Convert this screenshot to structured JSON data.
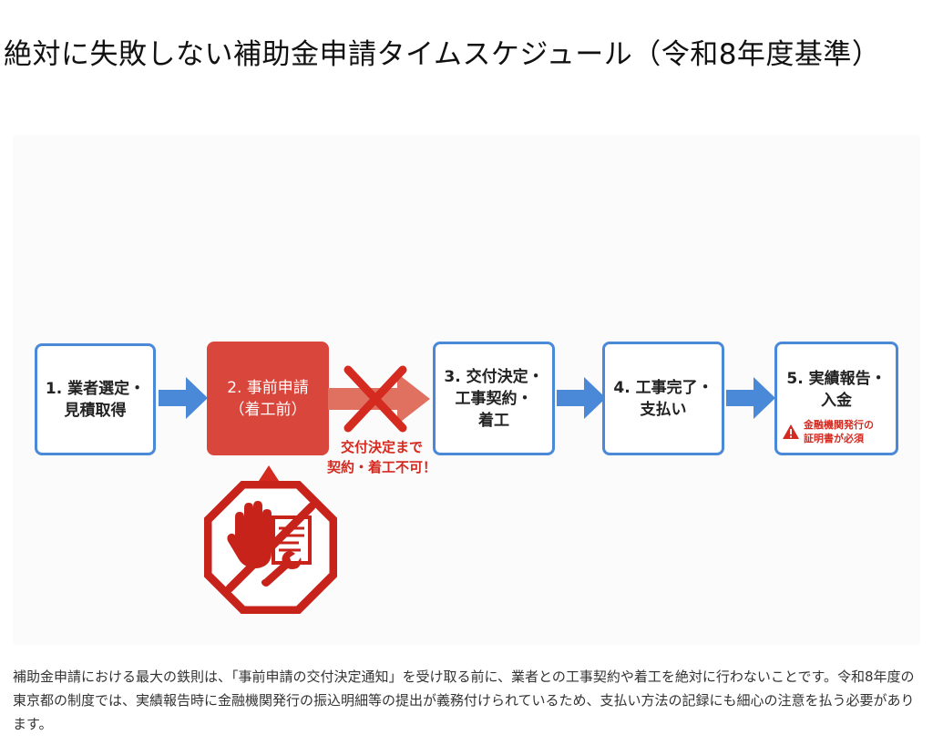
{
  "title": "絶対に失敗しない補助金申請タイムスケジュール（令和8年度基準）",
  "steps": [
    {
      "lines": [
        "1. 業者選定・",
        "見積取得"
      ]
    },
    {
      "lines": [
        "2. 事前申請",
        "（着工前）"
      ]
    },
    {
      "lines": [
        "3. 交付決定・",
        "工事契約・",
        "着工"
      ]
    },
    {
      "lines": [
        "4. 工事完了・",
        "支払い"
      ]
    },
    {
      "lines": [
        "5. 実績報告・",
        "入金"
      ]
    }
  ],
  "warning_main": [
    "交付決定まで",
    "契約・着工不可！"
  ],
  "warning_small": [
    "金融機関発行の",
    "証明書が必須"
  ],
  "icons": [
    "prohibited-icon",
    "cross-icon",
    "warning-icon"
  ],
  "colors": {
    "accent_blue": "#4a88d8",
    "alert_red": "#d9463b"
  },
  "paragraph": "補助金申請における最大の鉄則は、「事前申請の交付決定通知」を受け取る前に、業者との工事契約や着工を絶対に行わないことです。令和8年度の東京都の制度では、実績報告時に金融機関発行の振込明細等の提出が義務付けられているため、支払い方法の記録にも細心の注意を払う必要があります。"
}
